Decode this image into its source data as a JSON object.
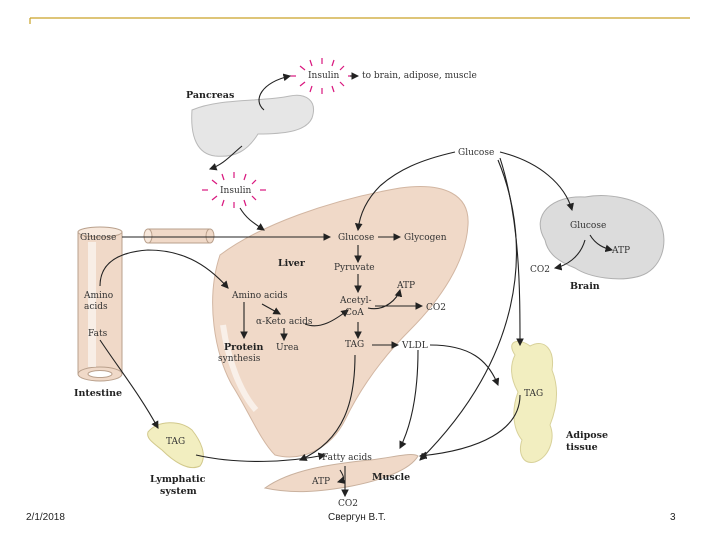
{
  "header": {
    "accent_color": "#c9a227"
  },
  "labels": {
    "insulin_top": "Insulin",
    "to_targets": "to brain, adipose, muscle",
    "pancreas": "Pancreas",
    "glucose_blood": "Glucose",
    "insulin_mid": "Insulin",
    "glucose_intestine": "Glucose",
    "glucose_liver": "Glucose",
    "glycogen": "Glycogen",
    "liver": "Liver",
    "pyruvate": "Pyruvate",
    "amino_acids_intestine": "Amino\nacids",
    "amino_acids_liver": "Amino acids",
    "atp_liver": "ATP",
    "acetyl_coa": "Acetyl-\nCoA",
    "co2_liver": "CO2",
    "keto_acids": "α-Keto acids",
    "fats": "Fats",
    "protein_synthesis": "Protein\nsynthesis",
    "urea": "Urea",
    "tag_liver": "TAG",
    "vldl": "VLDL",
    "intestine": "Intestine",
    "glucose_brain": "Glucose",
    "atp_brain": "ATP",
    "co2_brain": "CO2",
    "brain": "Brain",
    "tag_adipose": "TAG",
    "adipose_tissue": "Adipose\ntissue",
    "tag_lymph": "TAG",
    "lymphatic_system": "Lymphatic\nsystem",
    "fatty_acids": "Fatty acids",
    "muscle": "Muscle",
    "atp_muscle": "ATP",
    "co2_muscle": "CO2"
  },
  "footer": {
    "date": "2/1/2018",
    "author": "Свергун В.Т.",
    "page_number": "3"
  },
  "colors": {
    "liver": "#f0d9c8",
    "organ_gray": "#dcdcdc",
    "adipose": "#f2eec0",
    "insulin_burst": "#d9177e"
  }
}
